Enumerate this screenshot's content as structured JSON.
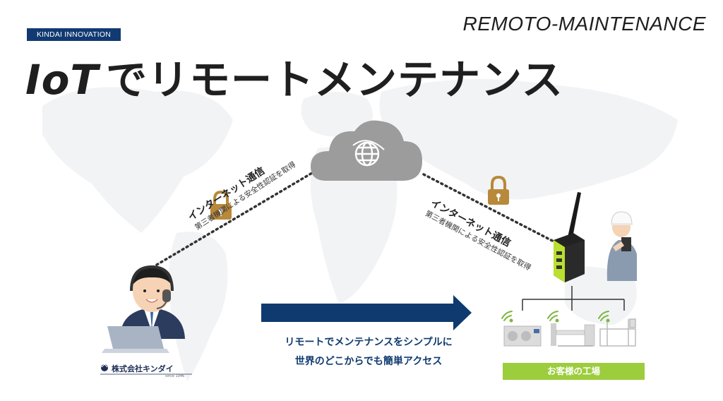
{
  "header": {
    "tag_label": "KINDAI INNOVATION",
    "brand_en": "REMOTO-MAINTENANCE",
    "title_iot": "IoT",
    "title_rest": "でリモートメンテナンス"
  },
  "connections": {
    "left": {
      "label": "インターネット通信",
      "sub": "第三者機関による安全性認証を取得"
    },
    "right": {
      "label": "インターネット通信",
      "sub": "第三者機関による安全性認証を取得"
    }
  },
  "tagline": {
    "line1": "リモートでメンテナンスをシンプルに",
    "line2": "世界のどこからでも簡単アクセス"
  },
  "factory": {
    "label": "お客様の工場"
  },
  "company": {
    "name": "株式会社キンダイ",
    "since": "since 1946"
  },
  "colors": {
    "navy": "#123a72",
    "arrow": "#0e3a6f",
    "green": "#9ccd3c",
    "lock": "#b8893a",
    "cloud": "#9c9c9c"
  }
}
